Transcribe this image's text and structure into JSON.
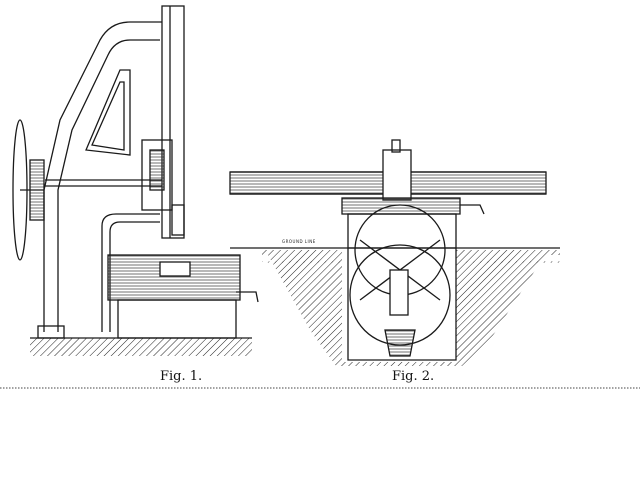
{
  "figures": [
    {
      "caption": "Fig. 1."
    },
    {
      "caption": "Fig. 2.",
      "ground_label": "GROUND LINE"
    }
  ],
  "colors": {
    "ink": "#1a1a1a",
    "paper": "#ffffff"
  }
}
